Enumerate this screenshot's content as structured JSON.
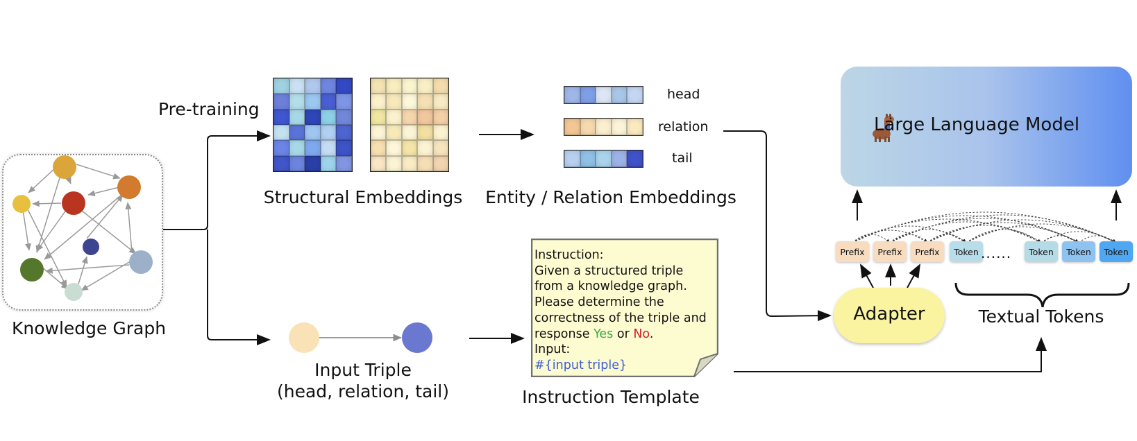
{
  "knowledge_graph": {
    "label": "Knowledge Graph"
  },
  "pretraining": {
    "label": "Pre-training"
  },
  "structural_embeddings": {
    "label": "Structural Embeddings",
    "blue_grid": [
      "#9fd1e0",
      "#c9e1f2",
      "#b0c7ee",
      "#6f86e0",
      "#3349c4",
      "#6d7fd9",
      "#b4ddea",
      "#9bc7f0",
      "#4a5ed1",
      "#7e95e6",
      "#3f56cf",
      "#a7d8e7",
      "#2f45b8",
      "#8ccfe6",
      "#7287d8",
      "#c3e1ef",
      "#5a73d6",
      "#9fc6f0",
      "#b1cff2",
      "#4e64cf",
      "#6b84e6",
      "#a7d8e7",
      "#7fa9ee",
      "#c6dcf4",
      "#3d53c7",
      "#4056c9",
      "#6c84dc",
      "#2a3ea8",
      "#9dd4ea",
      "#8295e2"
    ],
    "orange_grid": [
      "#f6e3b3",
      "#f8ecc0",
      "#fbf4cf",
      "#f9efc6",
      "#f5dcae",
      "#fbf1c9",
      "#f7e9bc",
      "#fdf8da",
      "#f5e0b4",
      "#f8eac2",
      "#f1e6a0",
      "#fbf1cc",
      "#f4d6ad",
      "#f1c79e",
      "#f3d0a6",
      "#fcf4d4",
      "#f8eab8",
      "#fbf5d6",
      "#f2dfa2",
      "#fbf3cf",
      "#f7dfb0",
      "#fdf6d8",
      "#f4e4a8",
      "#fbf3d2",
      "#f6e4bd",
      "#f8e6c4",
      "#fbf3d2",
      "#f9ebc4",
      "#f5deb6",
      "#f3d4b0"
    ]
  },
  "entity_relation_embeddings": {
    "label": "Entity / Relation Embeddings",
    "head": {
      "label": "head",
      "colors": [
        "#9fb6e8",
        "#7f9ee8",
        "#dce6f5",
        "#a9c5e8",
        "#c4d6f2"
      ]
    },
    "relation": {
      "label": "relation",
      "colors": [
        "#f3c795",
        "#f6d9ae",
        "#fbefcf",
        "#fbf4d8",
        "#fbe9bf"
      ]
    },
    "tail": {
      "label": "tail",
      "colors": [
        "#b8d0f0",
        "#8fc0e6",
        "#a9d4ec",
        "#9db2e8",
        "#3f52c9"
      ]
    }
  },
  "input_triple": {
    "label_line1": "Input Triple",
    "label_line2": "(head, relation, tail)"
  },
  "instruction_template": {
    "label": "Instruction Template",
    "line1": "Instruction:",
    "line2": "Given a structured triple",
    "line3": "from a knowledge graph.",
    "line4": "Please determine the",
    "line5": "correctness of the triple and",
    "line6_pre": "response ",
    "yes": "Yes",
    "or": " or ",
    "no": "No",
    "period": ".",
    "line7": "Input:",
    "line8": "#{input triple}"
  },
  "llm": {
    "label": "Large Language Model"
  },
  "adapter": {
    "label": "Adapter"
  },
  "tokens": {
    "prefix_label": "Prefix",
    "token_label": "Token",
    "ellipsis": "......",
    "textual_tokens_label": "Textual Tokens",
    "token_colors": [
      "#b9dcea",
      "#b5dbe6",
      "#8ec3f0",
      "#4ea7f0"
    ]
  },
  "kg_nodes": [
    {
      "id": "n1",
      "color": "#dba53a"
    },
    {
      "id": "n2",
      "color": "#e7c040"
    },
    {
      "id": "n3",
      "color": "#b9351f"
    },
    {
      "id": "n4",
      "color": "#d27a2e"
    },
    {
      "id": "n5",
      "color": "#3d4591"
    },
    {
      "id": "n6",
      "color": "#9db0c9"
    },
    {
      "id": "n7",
      "color": "#55772b"
    },
    {
      "id": "n8",
      "color": "#c9ddd3"
    }
  ],
  "colors": {
    "arrow": "#111111",
    "kg_edge": "#9a9a9a",
    "triple_head": "#f9e2b5",
    "triple_tail": "#6a78cf",
    "note_fill": "#fdfbd0",
    "note_border": "#6f6f6f"
  }
}
